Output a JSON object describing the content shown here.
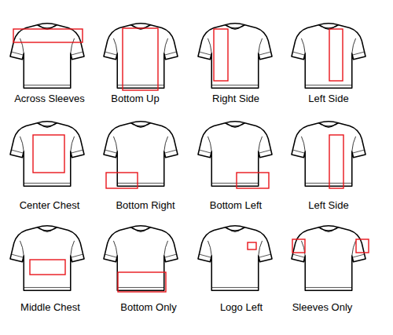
{
  "diagram": {
    "labels": [
      "Across Sleeves",
      "Bottom Up",
      "Right Side",
      "Left Side",
      "Center Chest",
      "Bottom Right",
      "Bottom Left",
      "Left Side",
      "Middle Chest",
      "Bottom Only",
      "Logo Left",
      "Sleeves Only"
    ]
  }
}
